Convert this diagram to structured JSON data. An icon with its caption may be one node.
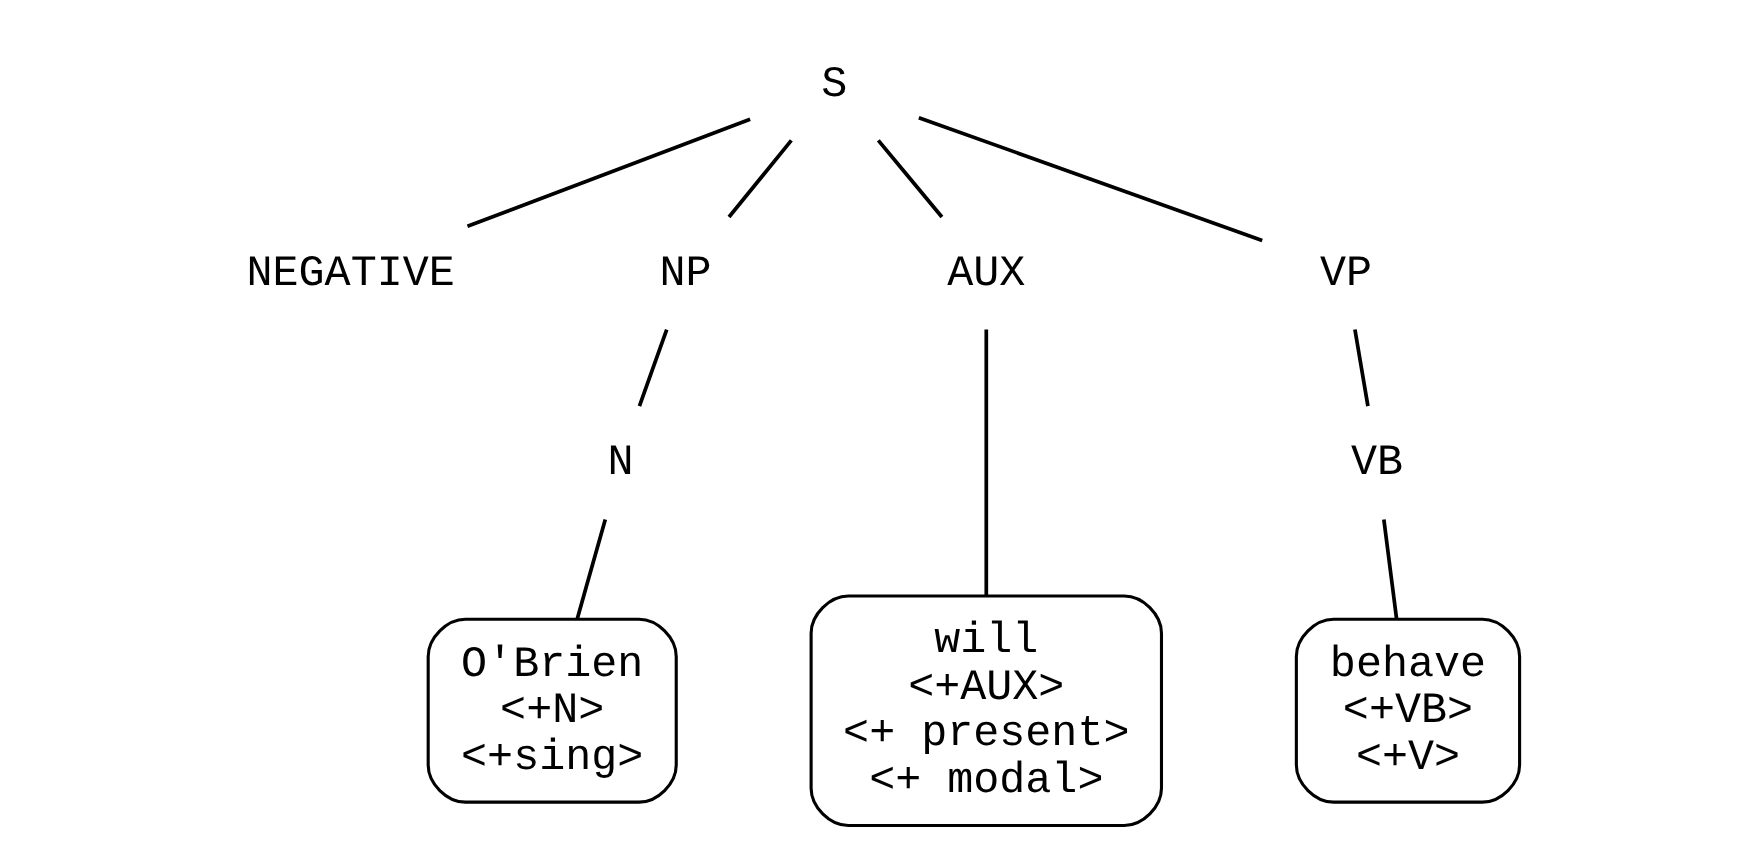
{
  "diagram": {
    "nodes": [
      {
        "text": [
          "S"
        ]
      },
      {
        "text": [
          "NEGATIVE"
        ]
      },
      {
        "text": [
          "NP"
        ]
      },
      {
        "text": [
          "AUX"
        ]
      },
      {
        "text": [
          "VP"
        ]
      },
      {
        "text": [
          "N"
        ]
      },
      {
        "text": [
          "VB"
        ]
      },
      {
        "text": [
          "O'Brien",
          "<+N>",
          "<+sing>"
        ]
      },
      {
        "text": [
          "will",
          "<+AUX>",
          "<+ present>",
          "<+ modal>"
        ]
      },
      {
        "text": [
          "behave",
          "<+VB>",
          "<+V>"
        ]
      }
    ],
    "edges": [
      {
        "from": 0,
        "to": 1,
        "arrow": "none"
      },
      {
        "from": 0,
        "to": 2,
        "arrow": "none"
      },
      {
        "from": 0,
        "to": 3,
        "arrow": "none"
      },
      {
        "from": 0,
        "to": 4,
        "arrow": "none"
      },
      {
        "from": 2,
        "to": 5,
        "arrow": "none"
      },
      {
        "from": 4,
        "to": 6,
        "arrow": "none"
      },
      {
        "from": 5,
        "to": 7,
        "arrow": "none"
      },
      {
        "from": 3,
        "to": 8,
        "arrow": "none"
      },
      {
        "from": 6,
        "to": 9,
        "arrow": "none"
      }
    ]
  }
}
